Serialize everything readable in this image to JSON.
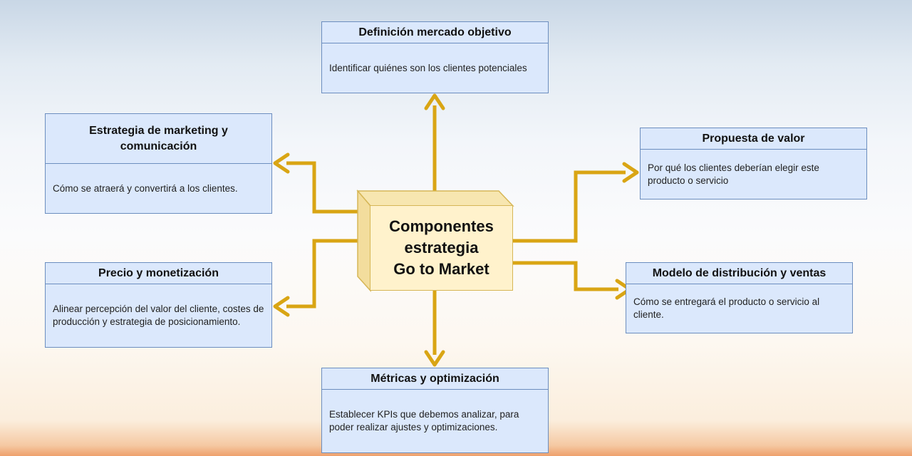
{
  "center": {
    "line1": "Componentes",
    "line2": "estrategia",
    "line3": "Go to Market"
  },
  "cards": {
    "mercado": {
      "title": "Definición mercado objetivo",
      "body": "Identificar quiénes son los clientes potenciales"
    },
    "marketing": {
      "title": "Estrategia de marketing y comunicación",
      "body": "Cómo se atraerá y convertirá a los clientes."
    },
    "valor": {
      "title": "Propuesta de valor",
      "body": "Por qué los clientes deberían elegir este producto o servicio"
    },
    "precio": {
      "title": "Precio y monetización",
      "body": "Alinear percepción del valor del cliente, costes de producción y estrategia de posicionamiento."
    },
    "distribucion": {
      "title": "Modelo de distribución y ventas",
      "body": "Cómo se entregará el producto o servicio al cliente."
    },
    "metricas": {
      "title": "Métricas y optimización",
      "body": "Establecer KPIs que debemos analizar, para poder realizar ajustes y optimizaciones."
    }
  },
  "colors": {
    "arrow": "#d9a514",
    "card_fill": "#dbe8fc",
    "card_border": "#6c8ebf",
    "cube_fill": "#fff2cc",
    "cube_border": "#d6b656"
  }
}
